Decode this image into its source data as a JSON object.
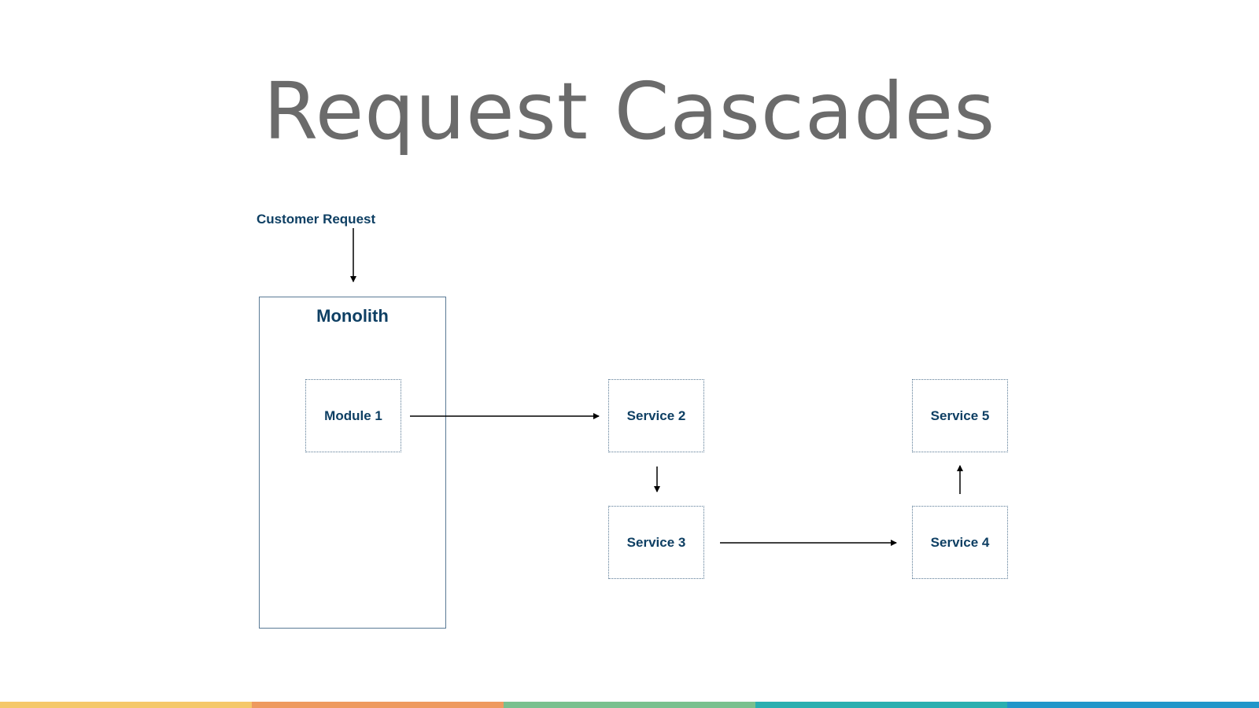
{
  "title": "Request Cascades",
  "customer_request": "Customer Request",
  "monolith": {
    "title": "Monolith"
  },
  "nodes": {
    "module1": "Module 1",
    "service2": "Service 2",
    "service3": "Service 3",
    "service4": "Service 4",
    "service5": "Service 5"
  },
  "colors": {
    "title": "#6b6b6b",
    "text": "#0e3f63",
    "border": "#5a7a95",
    "arrow": "#000000"
  },
  "stripes": [
    "#f5c86a",
    "#ee9a5f",
    "#79c08e",
    "#2aafb0",
    "#2196c9"
  ]
}
